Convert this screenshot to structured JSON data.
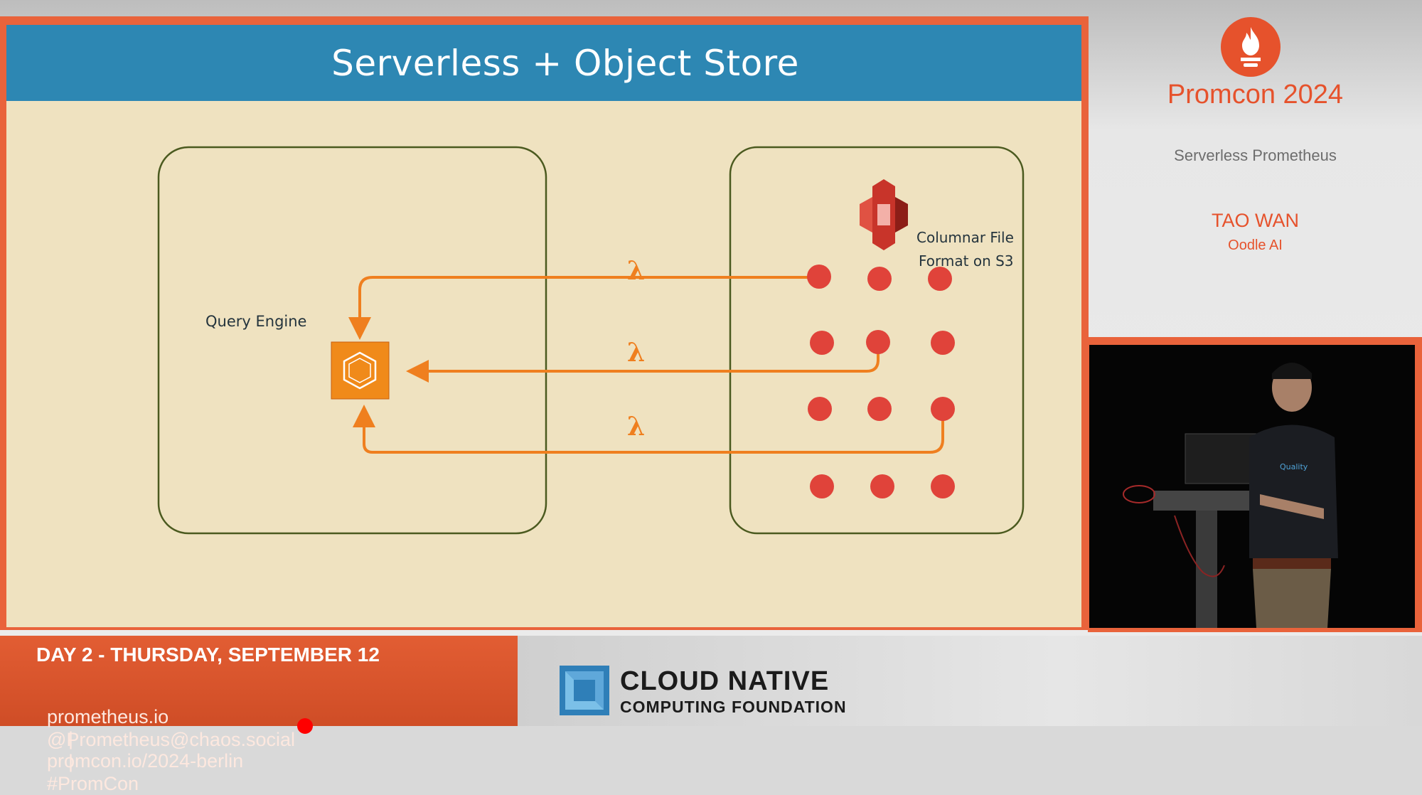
{
  "slide": {
    "title": "Serverless + Object Store",
    "query_engine_label": "Query Engine",
    "query_engine_icon": "K",
    "s3_label_line1": "Columnar File",
    "s3_label_line2": "Format on S3",
    "lambda_symbol": "λ",
    "colors": {
      "header": "#2d87b3",
      "background": "#efe2c0",
      "box_stroke": "#4b5a1f",
      "arrow": "#ef7f1f",
      "dot": "#e0433a",
      "frame": "#e9633b"
    }
  },
  "info_panel": {
    "event_title": "Promcon 2024",
    "talk_title": "Serverless Prometheus",
    "speaker_name": "TAO WAN",
    "speaker_org": "Oodle AI",
    "logo_icon": "prometheus-flame-icon"
  },
  "camera_feed": {
    "icon": "speaker-video-feed"
  },
  "bottom_bar": {
    "day": "DAY 2 - THURSDAY, SEPTEMBER 12",
    "link1": "prometheus.io",
    "link2": "promcon.io/2024-berlin",
    "link3": "@Prometheus@chaos.social",
    "link4": "#PromCon",
    "separator": "|",
    "cncf_line1": "CLOUD NATIVE",
    "cncf_line2": "COMPUTING FOUNDATION"
  }
}
